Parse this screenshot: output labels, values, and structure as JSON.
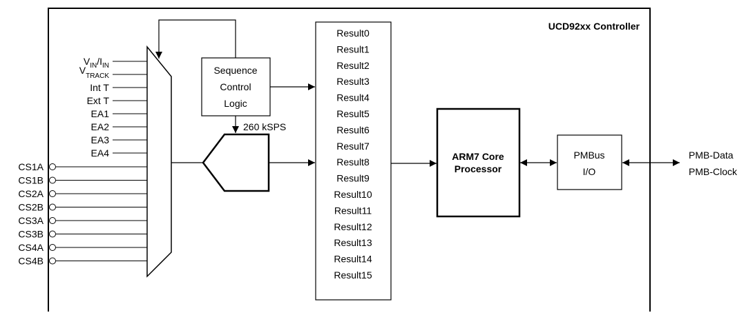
{
  "controller_title": "UCD92xx Controller",
  "mux_inputs": [
    {
      "main": "V",
      "sub": "IN",
      "mid": "/I",
      "sub2": "IN"
    },
    {
      "main": "V",
      "sub": "TRACK"
    },
    {
      "main": "Int T"
    },
    {
      "main": "Ext T"
    },
    {
      "main": "EA1"
    },
    {
      "main": "EA2"
    },
    {
      "main": "EA3"
    },
    {
      "main": "EA4"
    }
  ],
  "cs_inputs": [
    "CS1A",
    "CS1B",
    "CS2A",
    "CS2B",
    "CS3A",
    "CS3B",
    "CS4A",
    "CS4B"
  ],
  "sequence_block": [
    "Sequence",
    "Control",
    "Logic"
  ],
  "adc_rate": "260 kSPS",
  "results": [
    "Result0",
    "Result1",
    "Result2",
    "Result3",
    "Result4",
    "Result5",
    "Result6",
    "Result7",
    "Result8",
    "Result9",
    "Result10",
    "Result11",
    "Result12",
    "Result13",
    "Result14",
    "Result15"
  ],
  "processor": [
    "ARM7 Core",
    "Processor"
  ],
  "pmbus_block": [
    "PMBus",
    "I/O"
  ],
  "external_signals": [
    "PMB-Data",
    "PMB-Clock"
  ]
}
